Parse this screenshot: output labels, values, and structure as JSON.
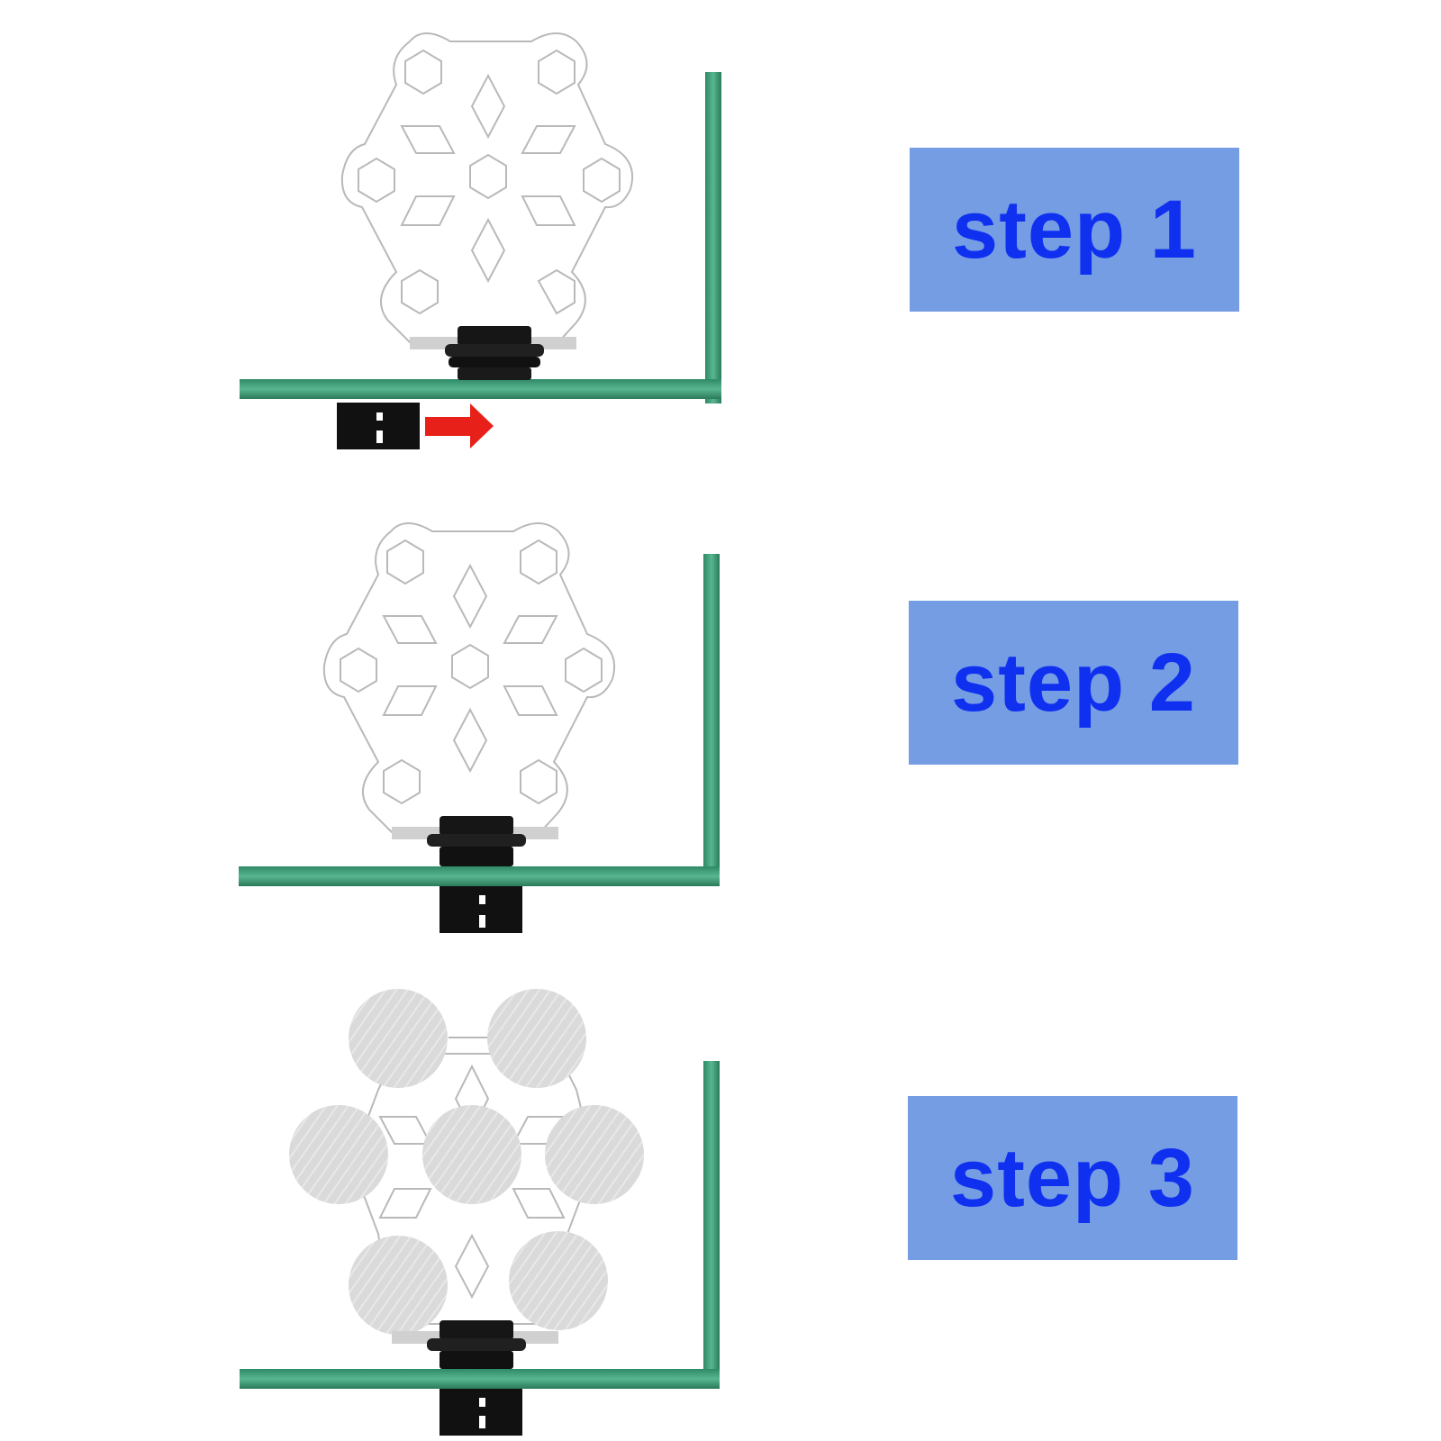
{
  "steps": [
    {
      "label": "step 1"
    },
    {
      "label": "step 2"
    },
    {
      "label": "step 3"
    }
  ],
  "colors": {
    "label_bg": "#749de4",
    "label_text": "#1030f0",
    "glass": "#3f9e78",
    "glass_dark": "#2b7a5a",
    "acrylic_outline": "#b5b5b5",
    "clip": "#111111",
    "arrow": "#e8201a",
    "pad": "#dcdcdc"
  },
  "icons": [
    "acrylic-snowflake-panel",
    "suction-cup-base",
    "clip-icon",
    "arrow-right-icon",
    "adhesive-pad"
  ]
}
